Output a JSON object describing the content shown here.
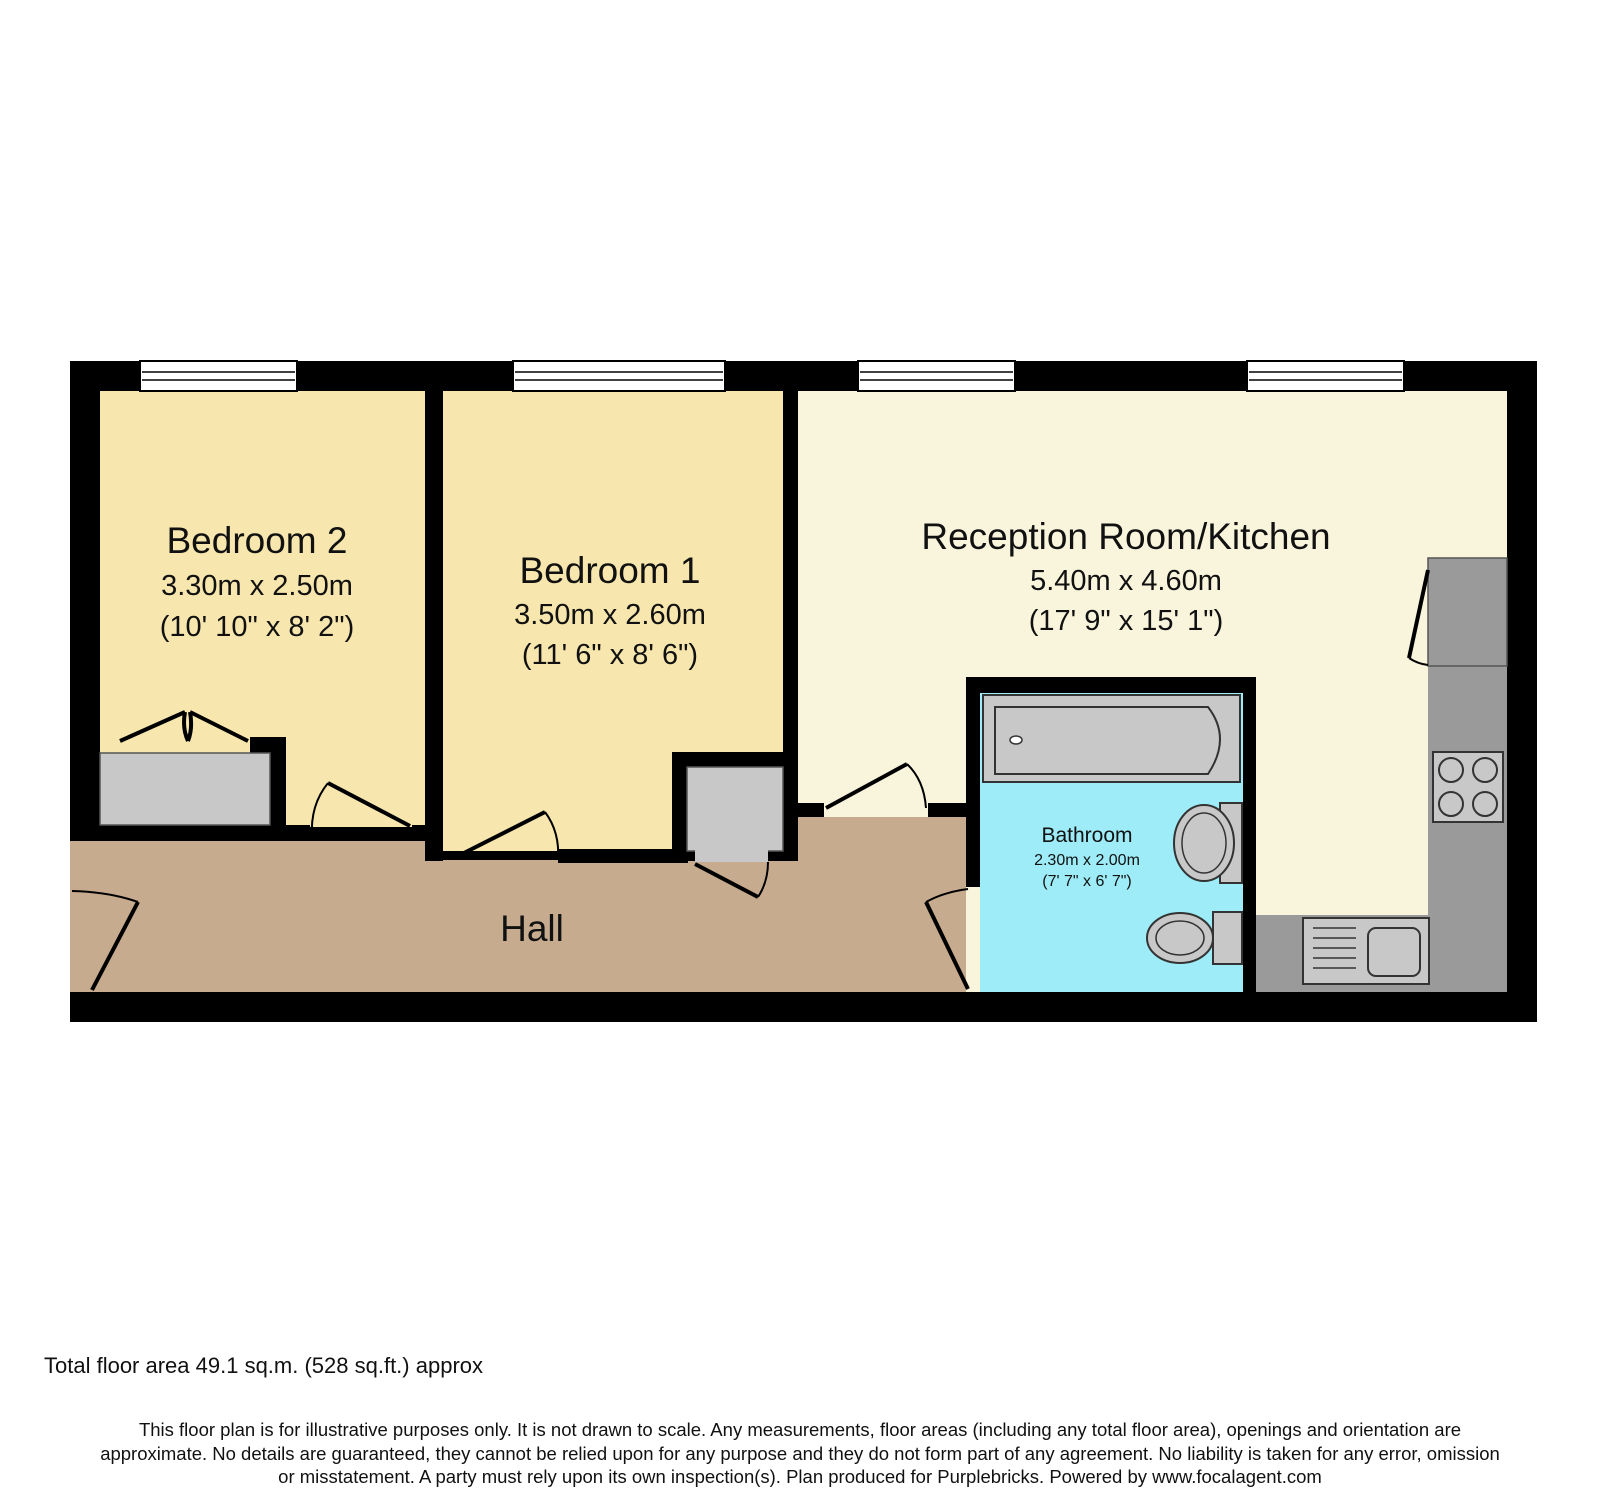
{
  "rooms": {
    "bedroom2": {
      "name": "Bedroom 2",
      "metric": "3.30m x 2.50m",
      "imperial": "(10' 10\" x 8' 2\")"
    },
    "bedroom1": {
      "name": "Bedroom 1",
      "metric": "3.50m x 2.60m",
      "imperial": "(11' 6\" x 8' 6\")"
    },
    "reception": {
      "name": "Reception Room/Kitchen",
      "metric": "5.40m x 4.60m",
      "imperial": "(17' 9\" x 15' 1\")"
    },
    "bathroom": {
      "name": "Bathroom",
      "metric": "2.30m x 2.00m",
      "imperial": "(7' 7\" x 6' 7\")"
    },
    "hall": {
      "name": "Hall"
    }
  },
  "colors": {
    "wall": "#000000",
    "bedroom": "#f7e6ad",
    "reception": "#f9f4dc",
    "hall": "#c6ab8e",
    "bathroom": "#9eecf7",
    "fixture": "#c8c8c8",
    "worktop": "#9a9a9a"
  },
  "footer": {
    "total_area": "Total floor area 49.1 sq.m. (528 sq.ft.) approx",
    "disclaimer_line1": "This floor plan is for illustrative purposes only. It is not drawn to scale. Any measurements, floor areas (including any total floor area), openings and orientation are",
    "disclaimer_line2": "approximate. No details are guaranteed, they cannot be relied upon for any purpose and they do not form part of any agreement. No liability is taken for any error, omission",
    "disclaimer_line3": "or misstatement. A party must rely upon its own inspection(s). Plan produced for Purplebricks. Powered by www.focalagent.com"
  }
}
